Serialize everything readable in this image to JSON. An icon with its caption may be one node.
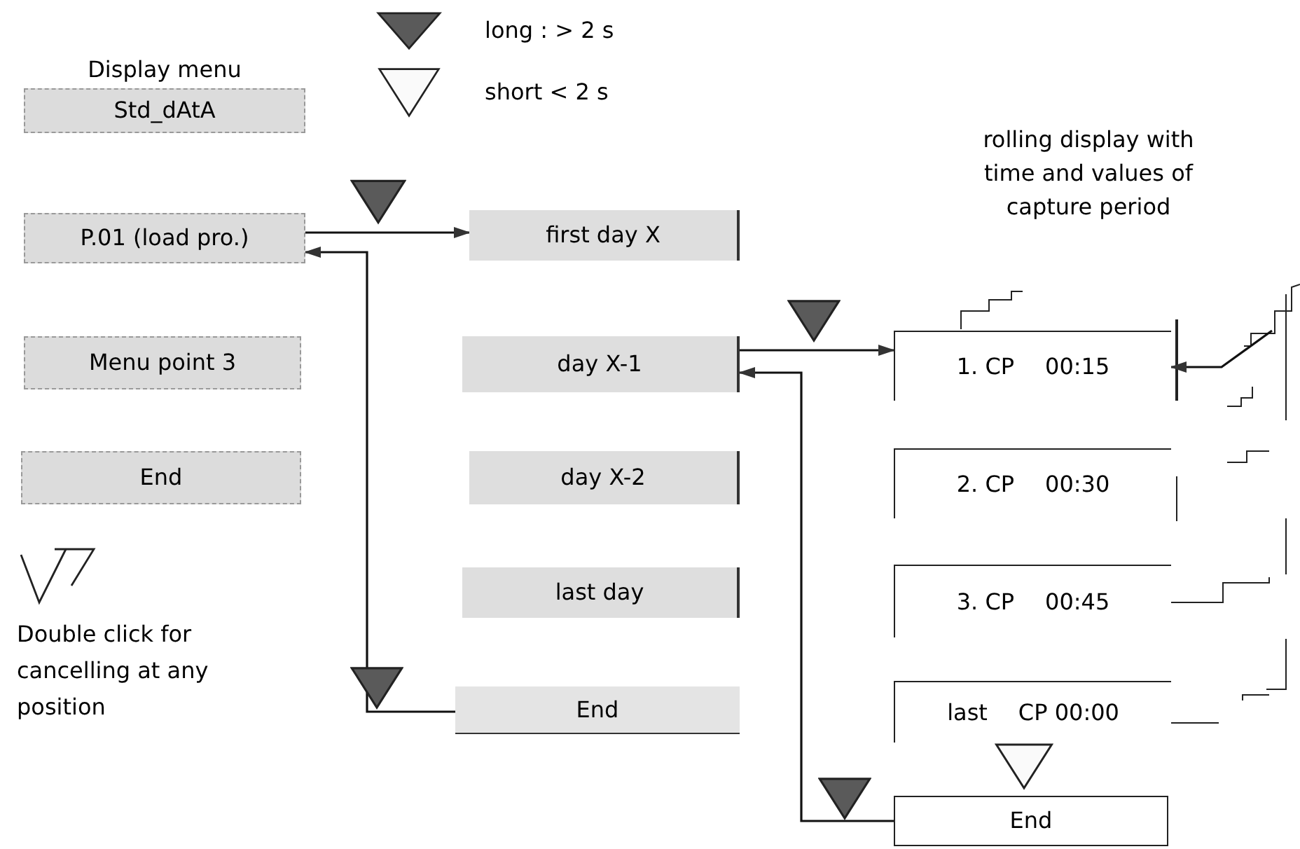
{
  "diagram": {
    "nodes": [
      {
        "text": [
          "Display menu",
          "Std_dAtA"
        ]
      },
      {
        "text": [
          "P.01 (load pro.)"
        ]
      },
      {
        "text": [
          "Menu point 3"
        ]
      },
      {
        "text": [
          "End"
        ]
      },
      {
        "text": [
          "first day X"
        ]
      },
      {
        "text": [
          "day X-1"
        ]
      },
      {
        "text": [
          "day X-2"
        ]
      },
      {
        "text": [
          "last day"
        ]
      },
      {
        "text": [
          "End"
        ]
      },
      {
        "text": [
          "1. CP",
          "00:15"
        ]
      },
      {
        "text": [
          "2. CP",
          "00:30"
        ]
      },
      {
        "text": [
          "3. CP",
          "00:45"
        ]
      },
      {
        "text": [
          "last",
          "CP 00:00"
        ]
      },
      {
        "text": [
          "End"
        ]
      }
    ],
    "edges": [
      {
        "from": 1,
        "to": 4,
        "arrow": "to"
      },
      {
        "from": 8,
        "to": 1,
        "arrow": "to"
      },
      {
        "from": 5,
        "to": 9,
        "arrow": "to"
      },
      {
        "from": 13,
        "to": 5,
        "arrow": "to"
      },
      {
        "from": null,
        "to": 9,
        "arrow": "to"
      }
    ],
    "labels": [
      "rolling display with time and values of capture period",
      "Double click for cancelling at any position"
    ],
    "legend": [
      {
        "text": "long : > 2 s"
      },
      {
        "text": "short < 2 s"
      }
    ]
  }
}
